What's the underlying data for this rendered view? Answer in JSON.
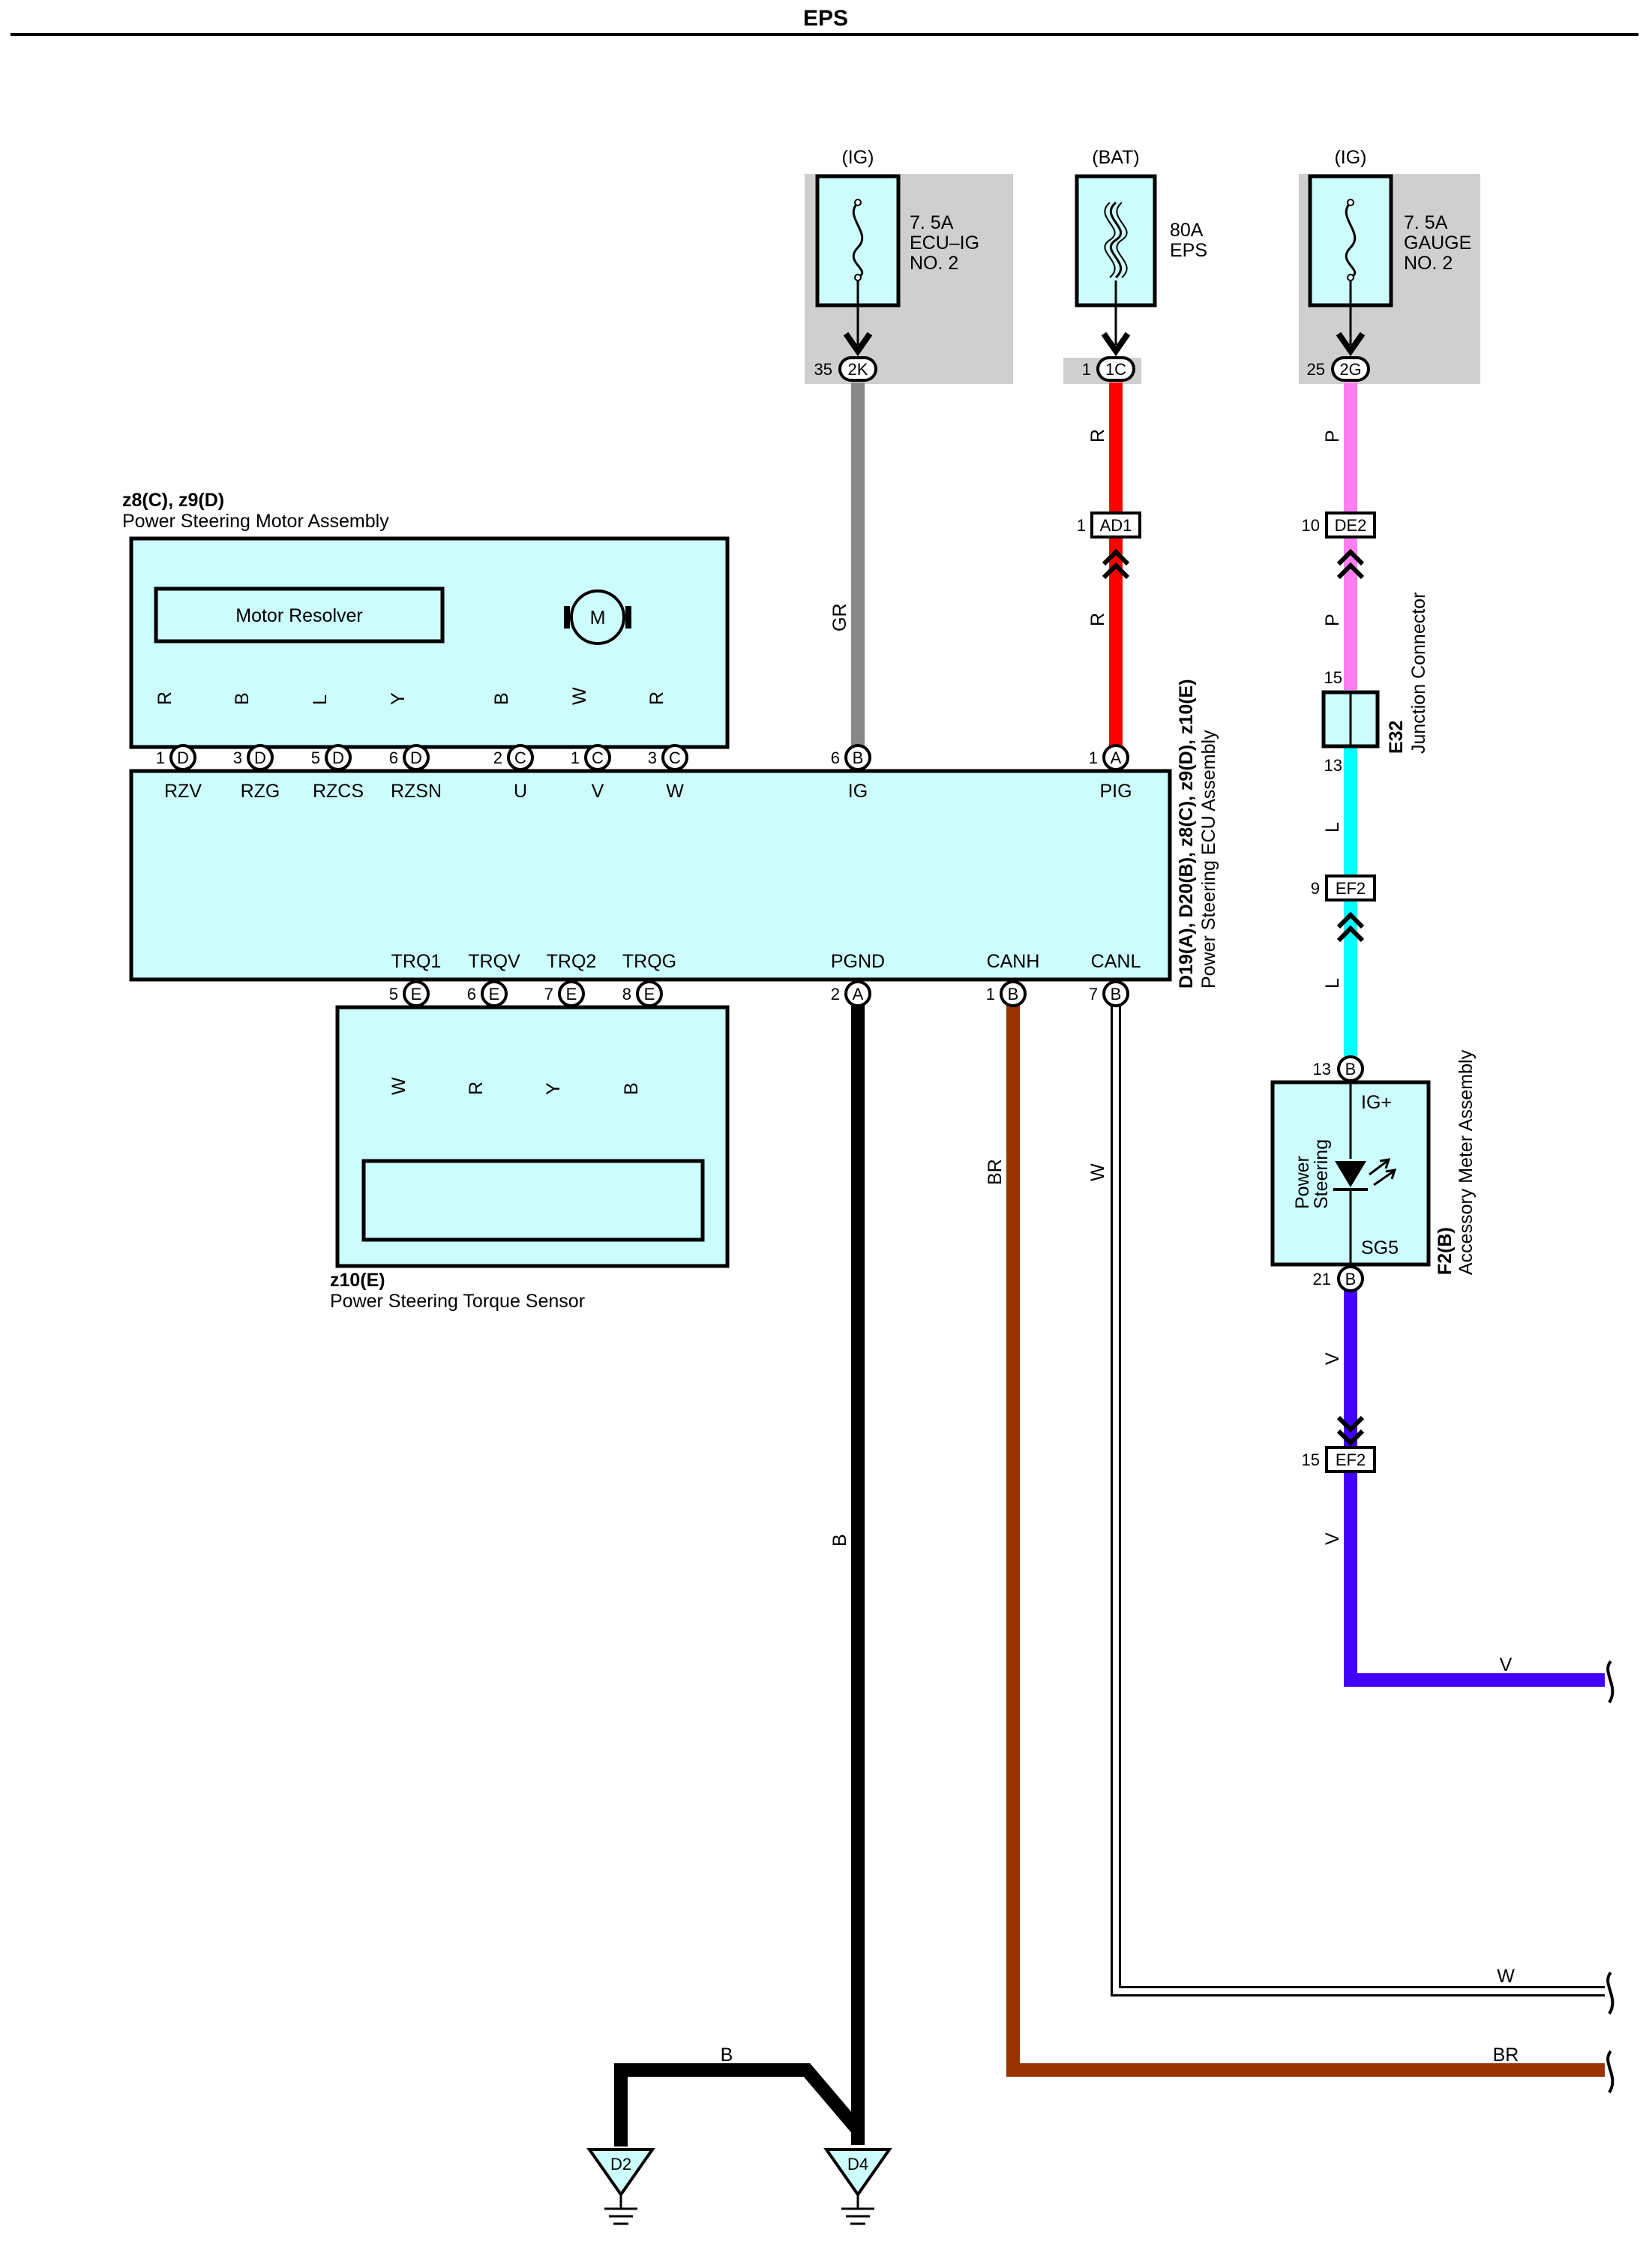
{
  "title": "EPS",
  "fuses": [
    {
      "power": "(IG)",
      "rating": "7. 5A",
      "line1": "ECU–IG",
      "line2": "NO. 2",
      "pin": "35",
      "conn": "2K"
    },
    {
      "power": "(BAT)",
      "rating": "80A",
      "line1": "EPS",
      "line2": "",
      "pin": "1",
      "conn": "1C"
    },
    {
      "power": "(IG)",
      "rating": "7. 5A",
      "line1": "GAUGE",
      "line2": "NO. 2",
      "pin": "25",
      "conn": "2G"
    }
  ],
  "motor": {
    "code": "z8(C), z9(D)",
    "name": "Power Steering Motor Assembly",
    "resolver": "Motor Resolver",
    "m": "M",
    "wires": [
      "R",
      "B",
      "L",
      "Y",
      "B",
      "W",
      "R"
    ]
  },
  "ecu": {
    "code": "D19(A), D20(B), z8(C), z9(D), z10(E)",
    "name": "Power Steering ECU Assembly",
    "top_pins": [
      {
        "num": "1",
        "conn": "D",
        "label": "RZV"
      },
      {
        "num": "3",
        "conn": "D",
        "label": "RZG"
      },
      {
        "num": "5",
        "conn": "D",
        "label": "RZCS"
      },
      {
        "num": "6",
        "conn": "D",
        "label": "RZSN"
      },
      {
        "num": "2",
        "conn": "C",
        "label": "U"
      },
      {
        "num": "1",
        "conn": "C",
        "label": "V"
      },
      {
        "num": "3",
        "conn": "C",
        "label": "W"
      },
      {
        "num": "6",
        "conn": "B",
        "label": "IG"
      },
      {
        "num": "1",
        "conn": "A",
        "label": "PIG"
      }
    ],
    "bottom_pins": [
      {
        "num": "5",
        "conn": "E",
        "label": "TRQ1"
      },
      {
        "num": "6",
        "conn": "E",
        "label": "TRQV"
      },
      {
        "num": "7",
        "conn": "E",
        "label": "TRQ2"
      },
      {
        "num": "8",
        "conn": "E",
        "label": "TRQG"
      },
      {
        "num": "2",
        "conn": "A",
        "label": "PGND"
      },
      {
        "num": "1",
        "conn": "B",
        "label": "CANH"
      },
      {
        "num": "7",
        "conn": "B",
        "label": "CANL"
      }
    ]
  },
  "torque": {
    "code": "z10(E)",
    "name": "Power Steering Torque Sensor",
    "wires": [
      "W",
      "R",
      "Y",
      "B"
    ]
  },
  "wire_labels": {
    "gr": "GR",
    "r_top": "R",
    "r_mid": "R",
    "p_top": "P",
    "p_mid": "P",
    "l_mid": "L",
    "l_low": "L",
    "v_a": "V",
    "v_b": "V",
    "v_h": "V",
    "b_vert": "B",
    "br_vert": "BR",
    "w_vert": "W",
    "w_h": "W",
    "br_h": "BR",
    "b_gnd": "B"
  },
  "connectors": {
    "ad1": {
      "pin": "1",
      "name": "AD1"
    },
    "de2": {
      "pin": "10",
      "name": "DE2"
    },
    "ef2_a": {
      "pin": "9",
      "name": "EF2"
    },
    "ef2_b": {
      "pin": "15",
      "name": "EF2"
    }
  },
  "junction": {
    "code": "E32",
    "name": "Junction Connector",
    "pin_top": "15",
    "pin_bottom": "13"
  },
  "meter": {
    "code": "F2(B)",
    "name": "Accessory Meter Assembly",
    "pin_top": "13",
    "conn_top": "B",
    "pin_bottom": "21",
    "conn_bottom": "B",
    "ig": "IG+",
    "sg": "SG5",
    "indicator_line1": "Power",
    "indicator_line2": "Steering"
  },
  "grounds": [
    "D2",
    "D4"
  ],
  "colors": {
    "R": "#ff0000",
    "B": "#000000",
    "L": "#00ffff",
    "Y": "#ffe600",
    "GR": "#878787",
    "P": "#ff7ff0",
    "V": "#4400ff",
    "BR": "#993300",
    "box_fill": "#cdfcfc"
  }
}
